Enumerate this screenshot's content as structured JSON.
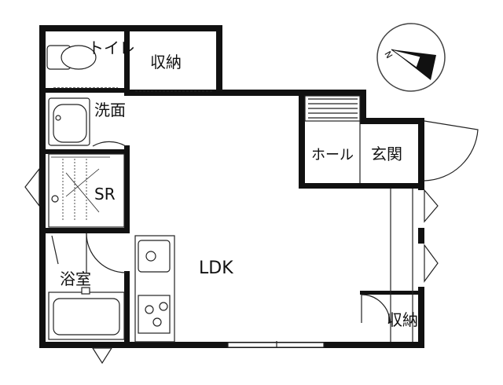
{
  "rooms": {
    "toilet": "トイレ",
    "storage_top": "収納",
    "washroom": "洗面",
    "sr": "SR",
    "bathroom": "浴室",
    "ldk": "LDK",
    "hall": "ホール",
    "entrance": "玄関",
    "storage_bottom": "収納"
  },
  "compass": {
    "direction_label": "N",
    "icon": "north-arrow-icon"
  },
  "colors": {
    "wall": "#111111",
    "line": "#222222",
    "bg": "#ffffff"
  }
}
